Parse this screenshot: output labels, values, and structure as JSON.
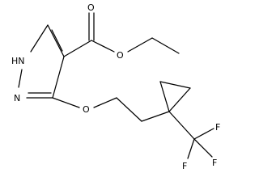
{
  "molecule": {
    "atoms": {
      "nh": "HN",
      "n": "N",
      "o_carbonyl": "O",
      "o_ester": "O",
      "o_ether": "O",
      "f_top": "F",
      "f_left": "F",
      "f_right": "F"
    }
  }
}
